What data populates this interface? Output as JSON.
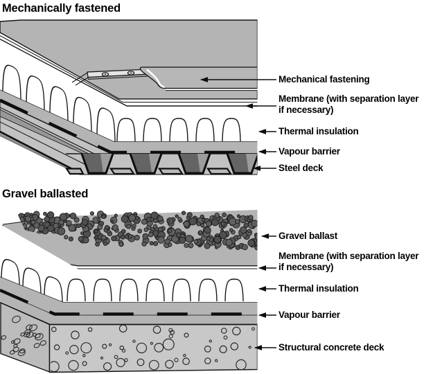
{
  "figure": {
    "sections": [
      {
        "title": "Mechanically fastened",
        "labels": [
          {
            "lines": [
              "Mechanical fastening",
              ""
            ]
          },
          {
            "lines": [
              "Membrane (with separation layer",
              "if necessary)"
            ]
          },
          {
            "lines": [
              "Thermal insulation",
              ""
            ]
          },
          {
            "lines": [
              "Vapour barrier",
              ""
            ]
          },
          {
            "lines": [
              "Steel deck",
              ""
            ]
          }
        ]
      },
      {
        "title": "Gravel ballasted",
        "labels": [
          {
            "lines": [
              "Gravel ballast",
              ""
            ]
          },
          {
            "lines": [
              "Membrane (with separation layer",
              "if necessary)"
            ]
          },
          {
            "lines": [
              "Thermal insulation",
              ""
            ]
          },
          {
            "lines": [
              "Vapour barrier",
              ""
            ]
          },
          {
            "lines": [
              "Structural concrete deck",
              ""
            ]
          }
        ]
      }
    ],
    "colors": {
      "background": "#ffffff",
      "surface_gray": "#b4b4b4",
      "outline": "#161616",
      "insulation_white": "#ffffff",
      "deck_face": "#c2c2c2",
      "cavity_dark": "#646464",
      "cavity_mid": "#9c9c9c",
      "concrete_front": "#c8c8c8",
      "concrete_side": "#bcbcbc",
      "gravel": "#5d5d5d",
      "label_text": "#000000"
    }
  }
}
